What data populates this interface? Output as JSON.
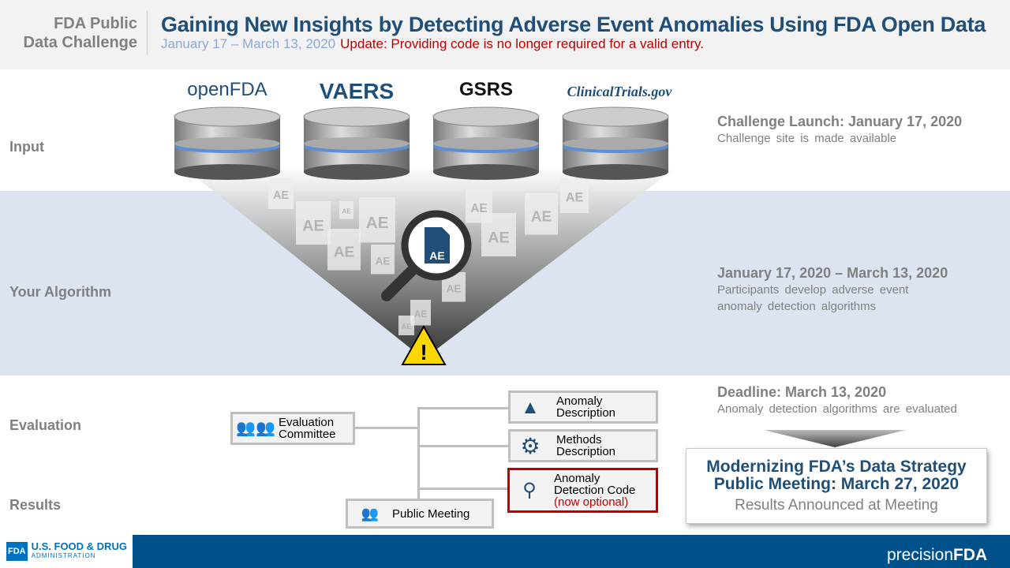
{
  "header": {
    "brand": [
      "FDA Public",
      "Data Challenge"
    ],
    "title": "Gaining New Insights by Detecting Adverse Event Anomalies Using FDA Open Data",
    "dates": "January 17 – March 13, 2020",
    "update": "Update: Providing code is no longer required for a valid entry."
  },
  "rows": {
    "input": "Input",
    "algorithm": "Your Algorithm",
    "evaluation": "Evaluation",
    "results": "Results"
  },
  "sources": [
    "openFDA",
    "VAERS",
    "GSRS",
    "ClinicalTrials.gov"
  ],
  "ae_label": "AE",
  "timeline": [
    {
      "heading": "Challenge Launch: January 17, 2020",
      "desc": "Challenge site is made available"
    },
    {
      "heading": "January 17, 2020 – March 13, 2020",
      "desc": "Participants develop adverse event anomaly detection algorithms"
    },
    {
      "heading": "Deadline: March 13, 2020",
      "desc": "Anomaly detection algorithms are evaluated"
    }
  ],
  "boxes": {
    "committee": "Evaluation Committee",
    "anomaly_desc": "Anomaly Description",
    "methods_desc": "Methods Description",
    "code_title": "Anomaly Detection Code",
    "code_note": "(now optional)",
    "public_meeting": "Public Meeting"
  },
  "result": {
    "line1": "Modernizing FDA’s Data Strategy",
    "line2": "Public Meeting: March 27, 2020",
    "line3": "Results Announced at Meeting"
  },
  "footer": {
    "fda_line1": "U.S. FOOD & DRUG",
    "fda_line2": "ADMINISTRATION",
    "fda_mark": "FDA",
    "precision": "precision",
    "precision_bold": "FDA"
  },
  "colors": {
    "brand_blue": "#1f4e79",
    "footer_blue": "#00508a",
    "red": "#c00000",
    "band": "#dce3f1"
  }
}
